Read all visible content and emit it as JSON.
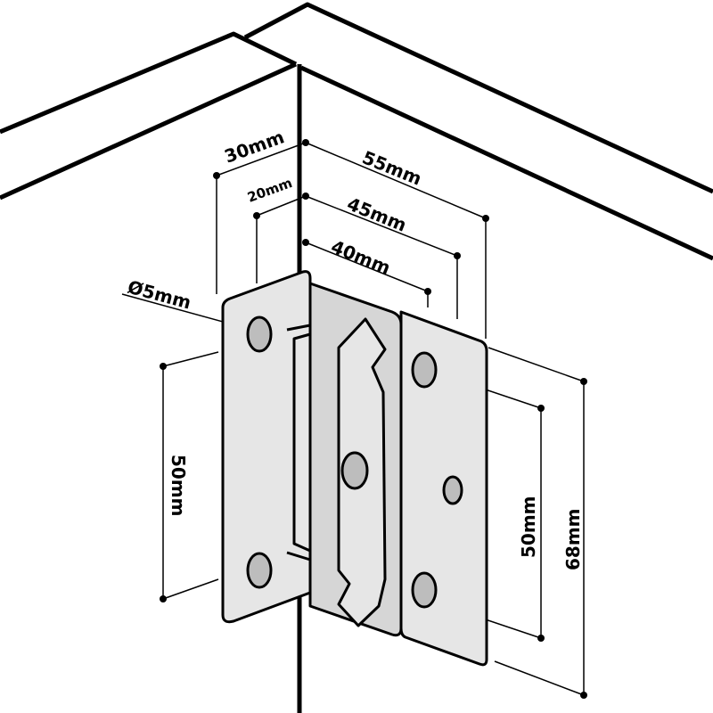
{
  "diagram": {
    "title": "Bed rail bracket dimensions",
    "labels": {
      "width_outer_offset": "30mm",
      "width_total": "55mm",
      "width_inner_offset": "20mm",
      "width_mid": "45mm",
      "width_inner": "40mm",
      "hole_diameter": "Ø5mm",
      "left_hole_spacing": "50mm",
      "right_hole_spacing": "50mm",
      "height_total": "68mm"
    }
  }
}
